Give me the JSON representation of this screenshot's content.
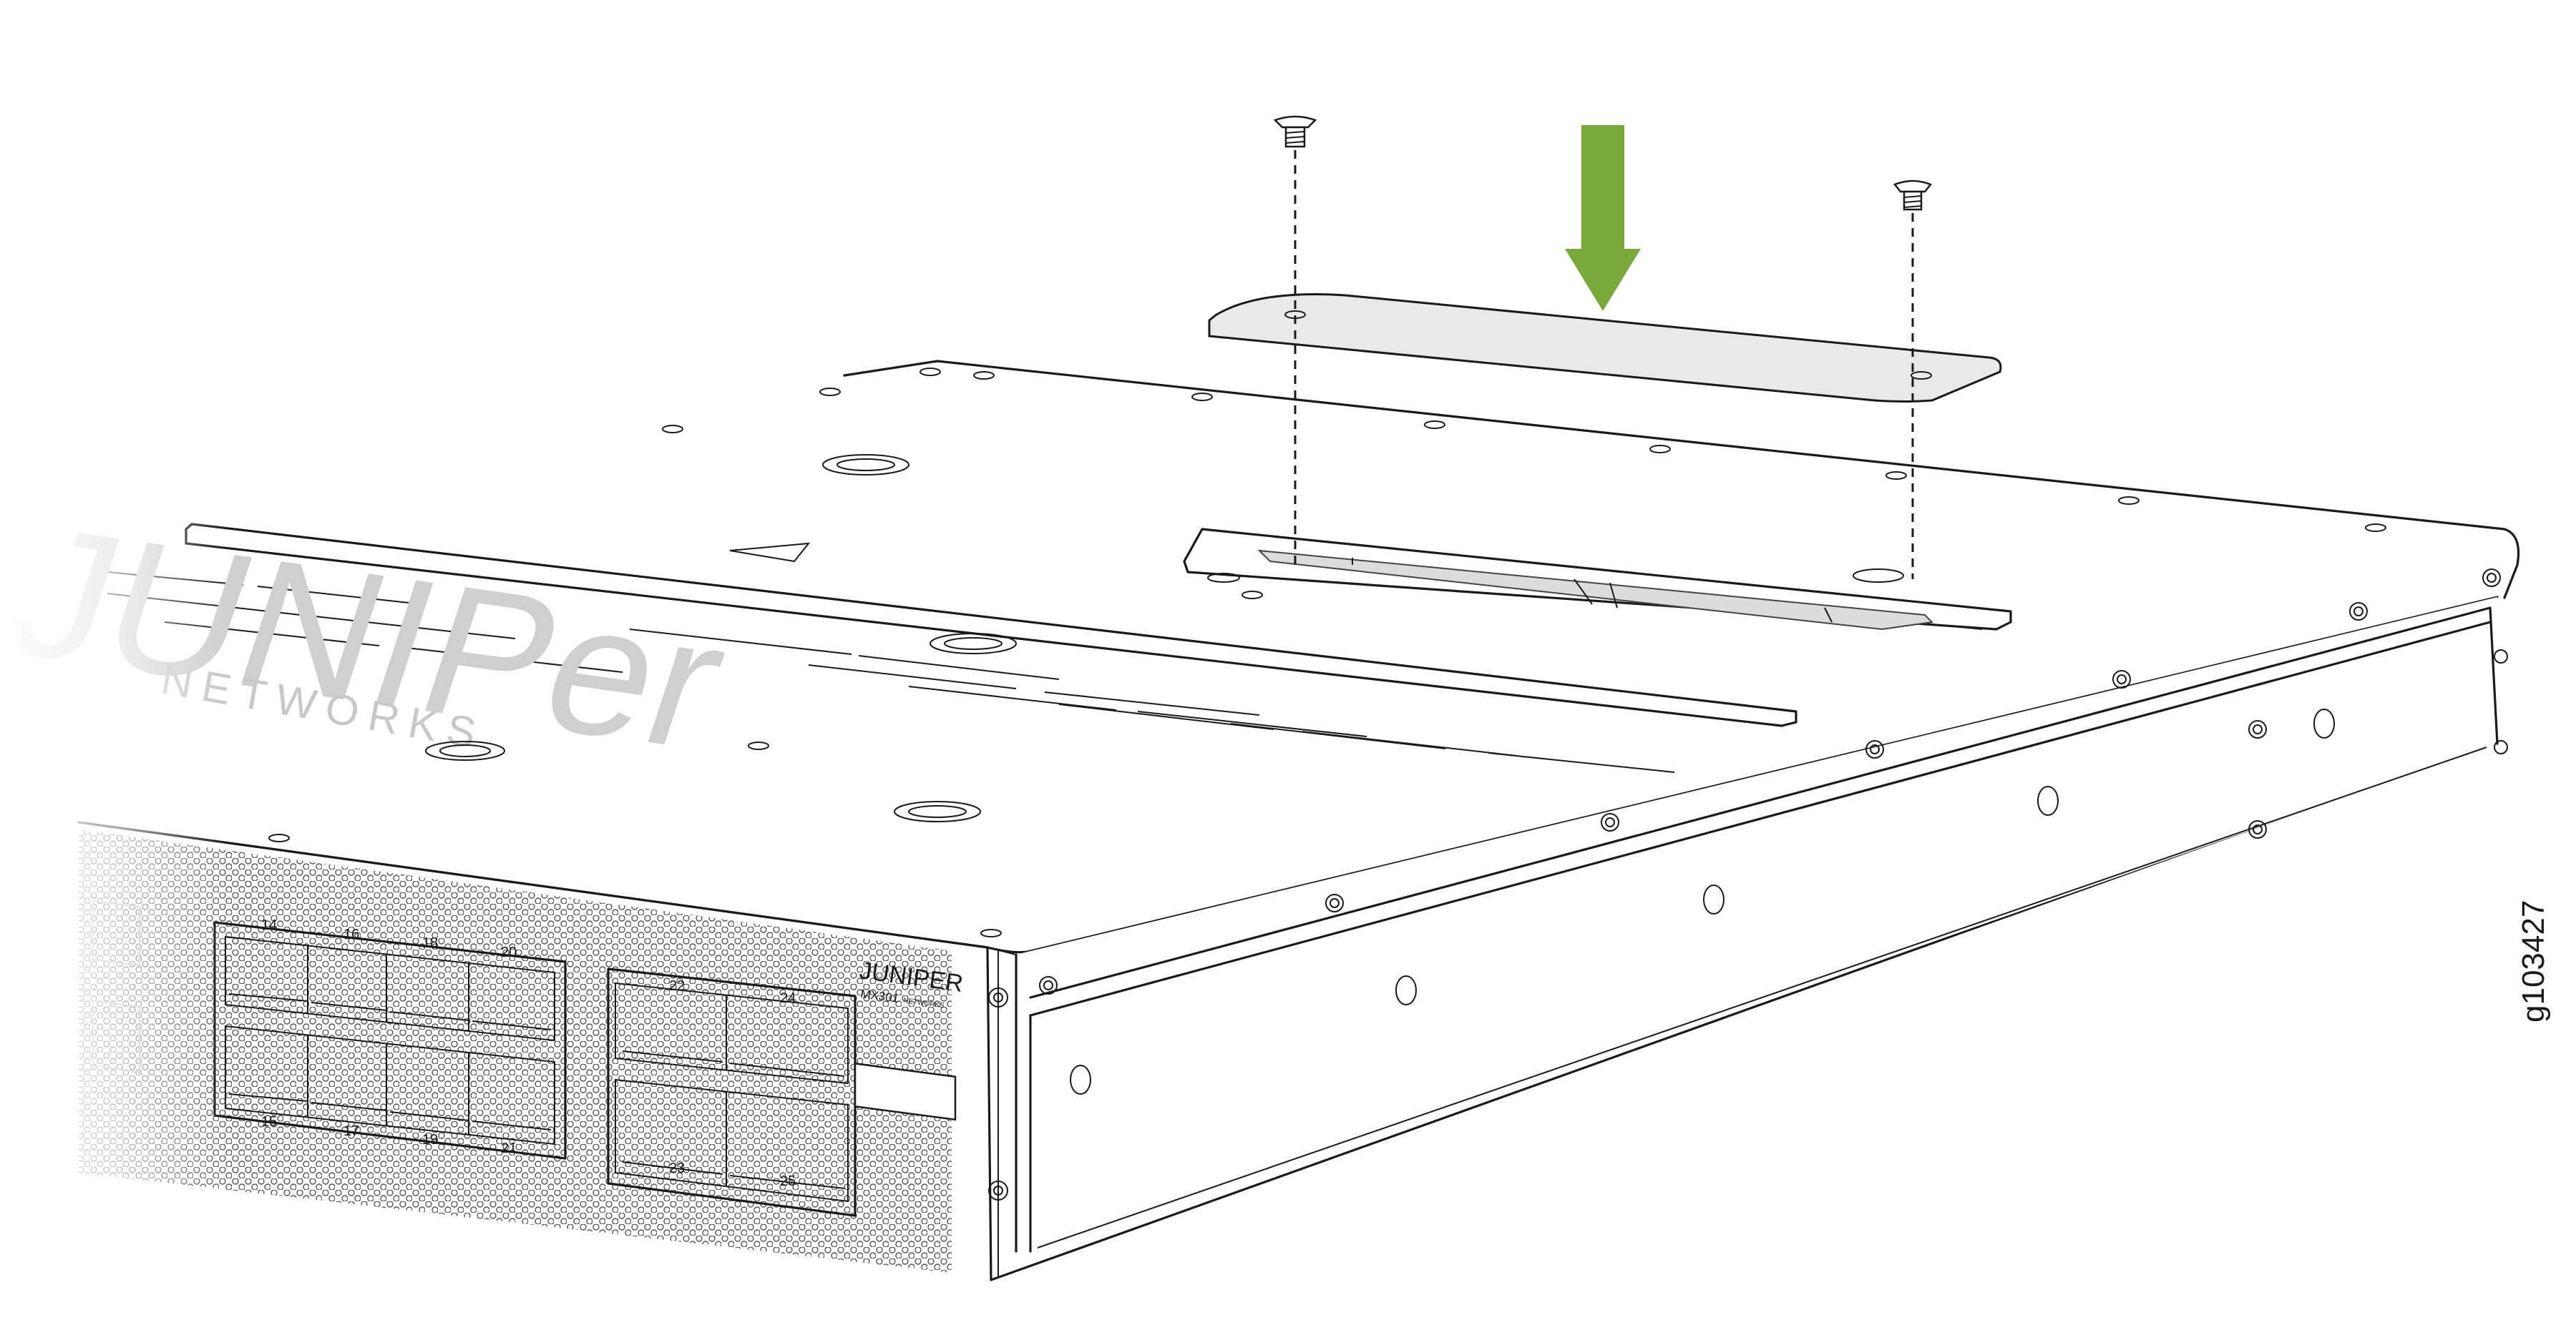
{
  "figure_id": "g103427",
  "device": {
    "brand": "JUNIPER",
    "brand_sub": "NETWORKS",
    "model": "MX301",
    "top_logo": "JUNIPer",
    "top_logo_sub": "NETWORKS"
  },
  "port_labels": {
    "group_a_top": [
      "14",
      "16",
      "18",
      "20"
    ],
    "group_a_bottom": [
      "15",
      "17",
      "19",
      "21"
    ],
    "group_b_top": [
      "22",
      "24"
    ],
    "group_b_bottom": [
      "23",
      "25"
    ]
  },
  "icons": {
    "arrow": "green-down-arrow-icon",
    "screw": "screw-icon"
  },
  "colors": {
    "arrow": "#7aa83a",
    "plate": "#e9e9e9",
    "line": "#1a1a1a"
  }
}
